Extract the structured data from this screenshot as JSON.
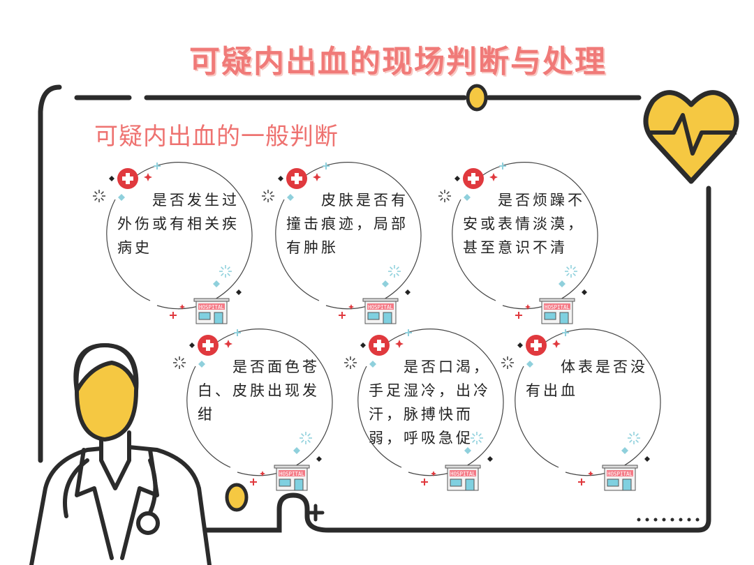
{
  "title": "可疑内出血的现场判断与处理",
  "subtitle": "可疑内出血的一般判断",
  "cards": [
    {
      "text": "　　是否发生过外伤或有相关疾病史",
      "sign": "HOSPITAL"
    },
    {
      "text": "　　皮肤是否有撞击痕迹，局部有肿胀",
      "sign": "HOSPITAL"
    },
    {
      "text": "　　是否烦躁不安或表情淡漠，甚至意识不清",
      "sign": "HOSPITAL"
    },
    {
      "text": "　　是否面色苍白、皮肤出现发绀",
      "sign": "HOSPITAL"
    },
    {
      "text": "　　是否口渴，手足湿冷，出冷汗，脉搏快而弱，呼吸急促",
      "sign": "HOSPITAL"
    },
    {
      "text": "　　体表是否没有出血",
      "sign": "HOSPITAL"
    }
  ],
  "colors": {
    "accent": "#f07a78",
    "yellow": "#f5c842",
    "frame": "#2b2b2b",
    "cross": "#e0393e",
    "teal": "#8fd0dc"
  }
}
